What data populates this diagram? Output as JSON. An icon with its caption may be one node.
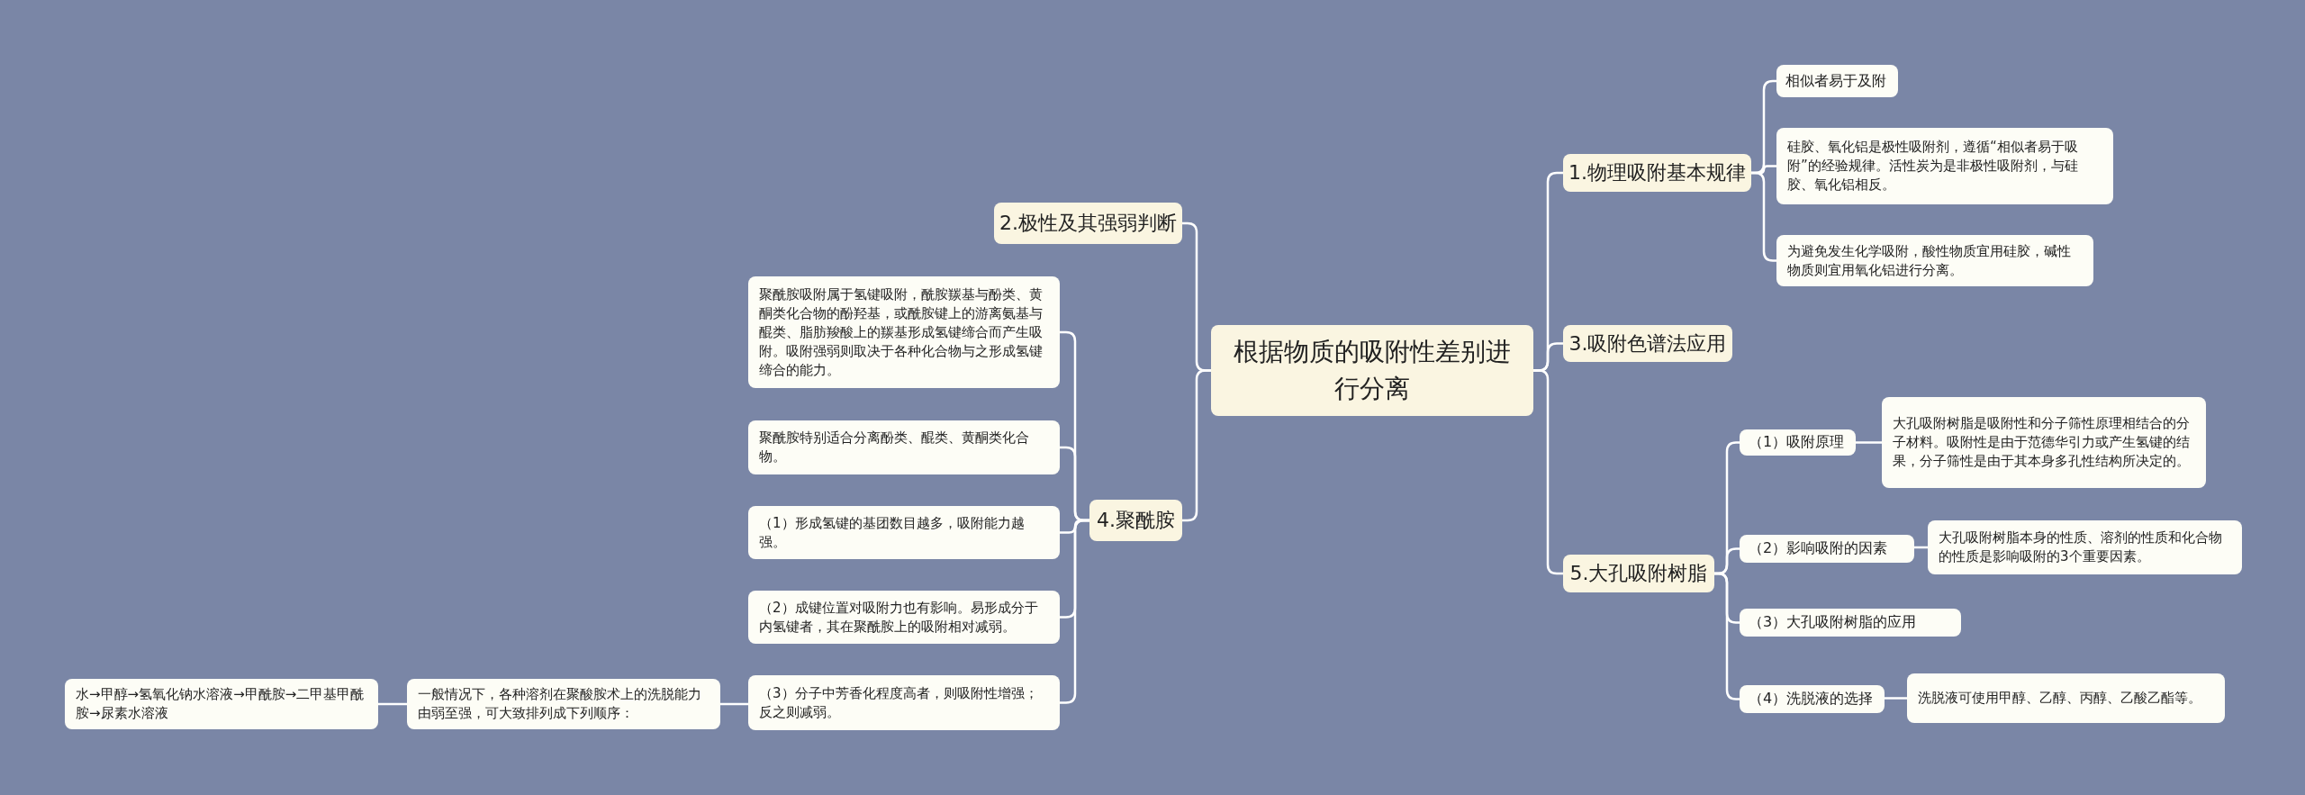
{
  "diagram": {
    "nodes": [
      {
        "text": [
          "根据物质的吸附性差别进行分离"
        ]
      },
      {
        "text": [
          "1.物理吸附基本规律"
        ]
      },
      {
        "text": [
          "相似者易于及附"
        ]
      },
      {
        "text": [
          "硅胶、氧化铝是极性吸附剂，遵循“相似者易于吸附”的经验规律。活性炭为是非极性吸附剂，与硅胶、氧化铝相反。"
        ]
      },
      {
        "text": [
          "为避免发生化学吸附，酸性物质宜用硅胶，碱性物质则宜用氧化铝进行分离。"
        ]
      },
      {
        "text": [
          "2.极性及其强弱判断"
        ]
      },
      {
        "text": [
          "3.吸附色谱法应用"
        ]
      },
      {
        "text": [
          "4.聚酰胺"
        ]
      },
      {
        "text": [
          "聚酰胺吸附属于氢键吸附，酰胺羰基与酚类、黄酮类化合物的酚羟基，或酰胺键上的游离氨基与醌类、脂肪羧酸上的羰基形成氢键缔合而产生吸附。吸附强弱则取决于各种化合物与之形成氢键缔合的能力。"
        ]
      },
      {
        "text": [
          "聚酰胺特别适合分离酚类、醌类、黄酮类化合物。"
        ]
      },
      {
        "text": [
          "（1）形成氢键的基团数目越多，吸附能力越强。"
        ]
      },
      {
        "text": [
          "（2）成键位置对吸附力也有影响。易形成分于内氢键者，其在聚酰胺上的吸附相对减弱。"
        ]
      },
      {
        "text": [
          "（3）分子中芳香化程度高者，则吸附性增强；反之则减弱。"
        ]
      },
      {
        "text": [
          "一般情况下，各种溶剂在聚酸胺术上的洗脱能力由弱至强，可大致排列成下列顺序："
        ]
      },
      {
        "text": [
          "水→甲醇→氢氧化钠水溶液→甲酰胺→二甲基甲酰胺→尿素水溶液"
        ]
      },
      {
        "text": [
          "5.大孔吸附树脂"
        ]
      },
      {
        "text": [
          "（1）吸附原理"
        ]
      },
      {
        "text": [
          "大孔吸附树脂是吸附性和分子筛性原理相结合的分子材料。吸附性是由于范德华引力或产生氢键的结果，分子筛性是由于其本身多孔性结构所决定的。"
        ]
      },
      {
        "text": [
          "（2）影响吸附的因素"
        ]
      },
      {
        "text": [
          "大孔吸附树脂本身的性质、溶剂的性质和化合物的性质是影响吸附的3个重要因素。"
        ]
      },
      {
        "text": [
          "（3）大孔吸附树脂的应用"
        ]
      },
      {
        "text": [
          "（4）洗脱液的选择"
        ]
      },
      {
        "text": [
          "洗脱液可使用甲醇、乙醇、丙醇、乙酸乙酯等。"
        ]
      }
    ],
    "edges": [
      {
        "from": 0,
        "to": 1,
        "arrow": "none"
      },
      {
        "from": 1,
        "to": 2,
        "arrow": "none"
      },
      {
        "from": 1,
        "to": 3,
        "arrow": "none"
      },
      {
        "from": 1,
        "to": 4,
        "arrow": "none"
      },
      {
        "from": 0,
        "to": 5,
        "arrow": "none"
      },
      {
        "from": 0,
        "to": 6,
        "arrow": "none"
      },
      {
        "from": 0,
        "to": 7,
        "arrow": "none"
      },
      {
        "from": 7,
        "to": 8,
        "arrow": "none"
      },
      {
        "from": 7,
        "to": 9,
        "arrow": "none"
      },
      {
        "from": 7,
        "to": 10,
        "arrow": "none"
      },
      {
        "from": 7,
        "to": 11,
        "arrow": "none"
      },
      {
        "from": 7,
        "to": 12,
        "arrow": "none"
      },
      {
        "from": 12,
        "to": 13,
        "arrow": "none"
      },
      {
        "from": 13,
        "to": 14,
        "arrow": "none"
      },
      {
        "from": 0,
        "to": 15,
        "arrow": "none"
      },
      {
        "from": 15,
        "to": 16,
        "arrow": "none"
      },
      {
        "from": 16,
        "to": 17,
        "arrow": "none"
      },
      {
        "from": 15,
        "to": 18,
        "arrow": "none"
      },
      {
        "from": 18,
        "to": 19,
        "arrow": "none"
      },
      {
        "from": 15,
        "to": 20,
        "arrow": "none"
      },
      {
        "from": 15,
        "to": 21,
        "arrow": "none"
      },
      {
        "from": 21,
        "to": 22,
        "arrow": "none"
      }
    ]
  }
}
